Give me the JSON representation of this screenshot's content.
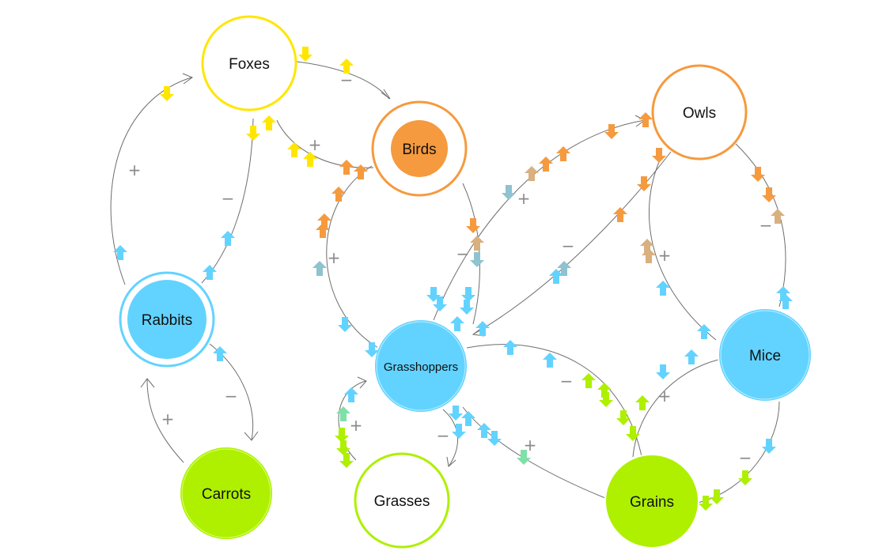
{
  "colors": {
    "blue": "#62d3ff",
    "orange": "#f59a3e",
    "yellow": "#ffe600",
    "green": "#aef000",
    "mint": "#7fe0a8",
    "teal": "#8ec3cf",
    "tan": "#d9b080",
    "edge": "#6e6e6e",
    "sign": "#8a8a8a"
  },
  "nodes": [
    {
      "id": "foxes",
      "label": "Foxes",
      "style": "ring",
      "color": "yellow"
    },
    {
      "id": "birds",
      "label": "Birds",
      "style": "ring-dot",
      "color": "orange"
    },
    {
      "id": "owls",
      "label": "Owls",
      "style": "ring",
      "color": "orange"
    },
    {
      "id": "rabbits",
      "label": "Rabbits",
      "style": "ring-dot",
      "color": "blue"
    },
    {
      "id": "grasshoppers",
      "label": "Grasshoppers",
      "style": "filled",
      "color": "blue"
    },
    {
      "id": "mice",
      "label": "Mice",
      "style": "filled",
      "color": "blue"
    },
    {
      "id": "carrots",
      "label": "Carrots",
      "style": "filled",
      "color": "green"
    },
    {
      "id": "grasses",
      "label": "Grasses",
      "style": "ring",
      "color": "green"
    },
    {
      "id": "grains",
      "label": "Grains",
      "style": "filled",
      "color": "green"
    }
  ],
  "edges": [
    {
      "from": "rabbits",
      "to": "foxes",
      "sign": "+"
    },
    {
      "from": "foxes",
      "to": "rabbits",
      "sign": "−"
    },
    {
      "from": "foxes",
      "to": "birds",
      "sign": "−"
    },
    {
      "from": "birds",
      "to": "foxes",
      "sign": "+"
    },
    {
      "from": "rabbits",
      "to": "carrots",
      "sign": "−"
    },
    {
      "from": "carrots",
      "to": "rabbits",
      "sign": "+"
    },
    {
      "from": "grasshoppers",
      "to": "birds",
      "sign": "+"
    },
    {
      "from": "birds",
      "to": "grasshoppers",
      "sign": "−"
    },
    {
      "from": "grasshoppers",
      "to": "owls",
      "sign": "+"
    },
    {
      "from": "owls",
      "to": "grasshoppers",
      "sign": "−"
    },
    {
      "from": "owls",
      "to": "mice",
      "sign": "−"
    },
    {
      "from": "mice",
      "to": "owls",
      "sign": "+"
    },
    {
      "from": "grasshoppers",
      "to": "grains",
      "sign": "−"
    },
    {
      "from": "grains",
      "to": "grasshoppers",
      "sign": "+"
    },
    {
      "from": "grasses",
      "to": "grasshoppers",
      "sign": "+"
    },
    {
      "from": "grasshoppers",
      "to": "grasses",
      "sign": "−"
    },
    {
      "from": "mice",
      "to": "grains",
      "sign": "−"
    },
    {
      "from": "grains",
      "to": "mice",
      "sign": "+"
    }
  ]
}
